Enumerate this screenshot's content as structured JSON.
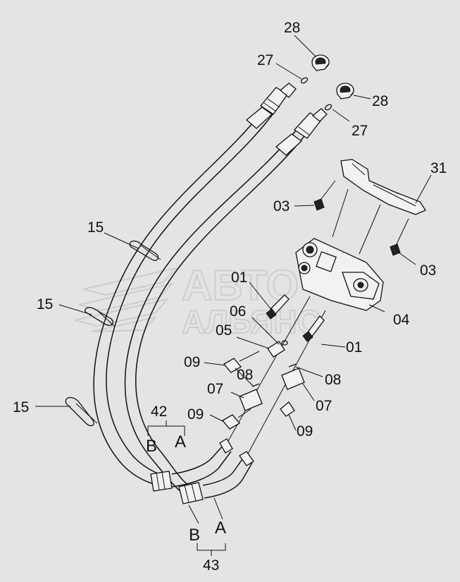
{
  "watermark": {
    "line1": "АВТО",
    "line2": "АЛЬЯНС"
  },
  "labels": {
    "p28_top": "28",
    "p27_top": "27",
    "p28_right": "28",
    "p27_right": "27",
    "p31": "31",
    "p03_left": "03",
    "p03_right": "03",
    "p15_a": "15",
    "p15_b": "15",
    "p15_c": "15",
    "p01_left": "01",
    "p06": "06",
    "p05": "05",
    "p04": "04",
    "p01_right": "01",
    "p09_a": "09",
    "p08_left": "08",
    "p08_right": "08",
    "p07_left": "07",
    "p07_right": "07",
    "p09_b": "09",
    "p09_c": "09",
    "p42": "42",
    "p42_b": "B",
    "p42_a": "A",
    "p43_b": "B",
    "p43_a": "A",
    "p43": "43"
  }
}
